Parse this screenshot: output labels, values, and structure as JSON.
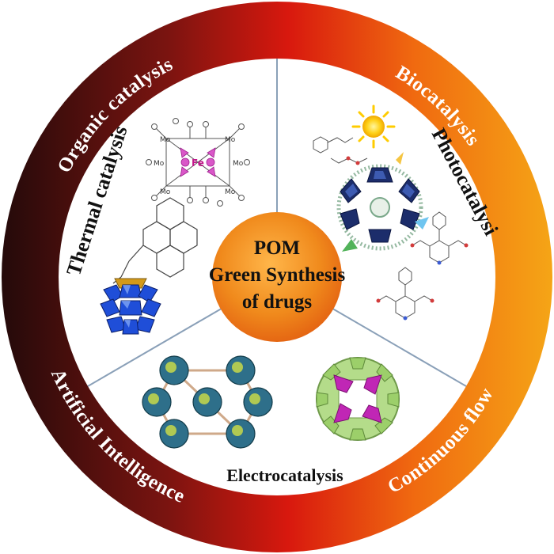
{
  "center": {
    "lines": [
      "POM",
      "Green Synthesis",
      "of drugs"
    ]
  },
  "ring_labels": {
    "organic_catalysis": "Organic catalysis",
    "biocatalysis": "Biocatalysis",
    "artificial_intelligence": "Artificial Intelligence",
    "continuous_flow": "Continuous flow"
  },
  "sectors": {
    "thermal": "Thermal catalysis",
    "photo": "Photocatalysi",
    "electro": "Electrocatalysis"
  },
  "molecule_labels": {
    "mo": "Mo",
    "fe": "Fe"
  },
  "colors": {
    "ring_dark": "#2b0d0d",
    "ring_red": "#d91a0e",
    "ring_orange": "#f39a12",
    "center_orange": "#f08a1c",
    "divider": "#8aa0b8",
    "polyhedra_blue": "#1f4ed8",
    "polyhedra_navy": "#1c2d6b",
    "polyhedra_green": "#9ccf6a",
    "polyhedra_magenta": "#c026b5",
    "sun": "#ffcc00"
  },
  "icons": [
    "sun-icon",
    "polyoxometalate-cluster-icon",
    "molecule-icon"
  ]
}
